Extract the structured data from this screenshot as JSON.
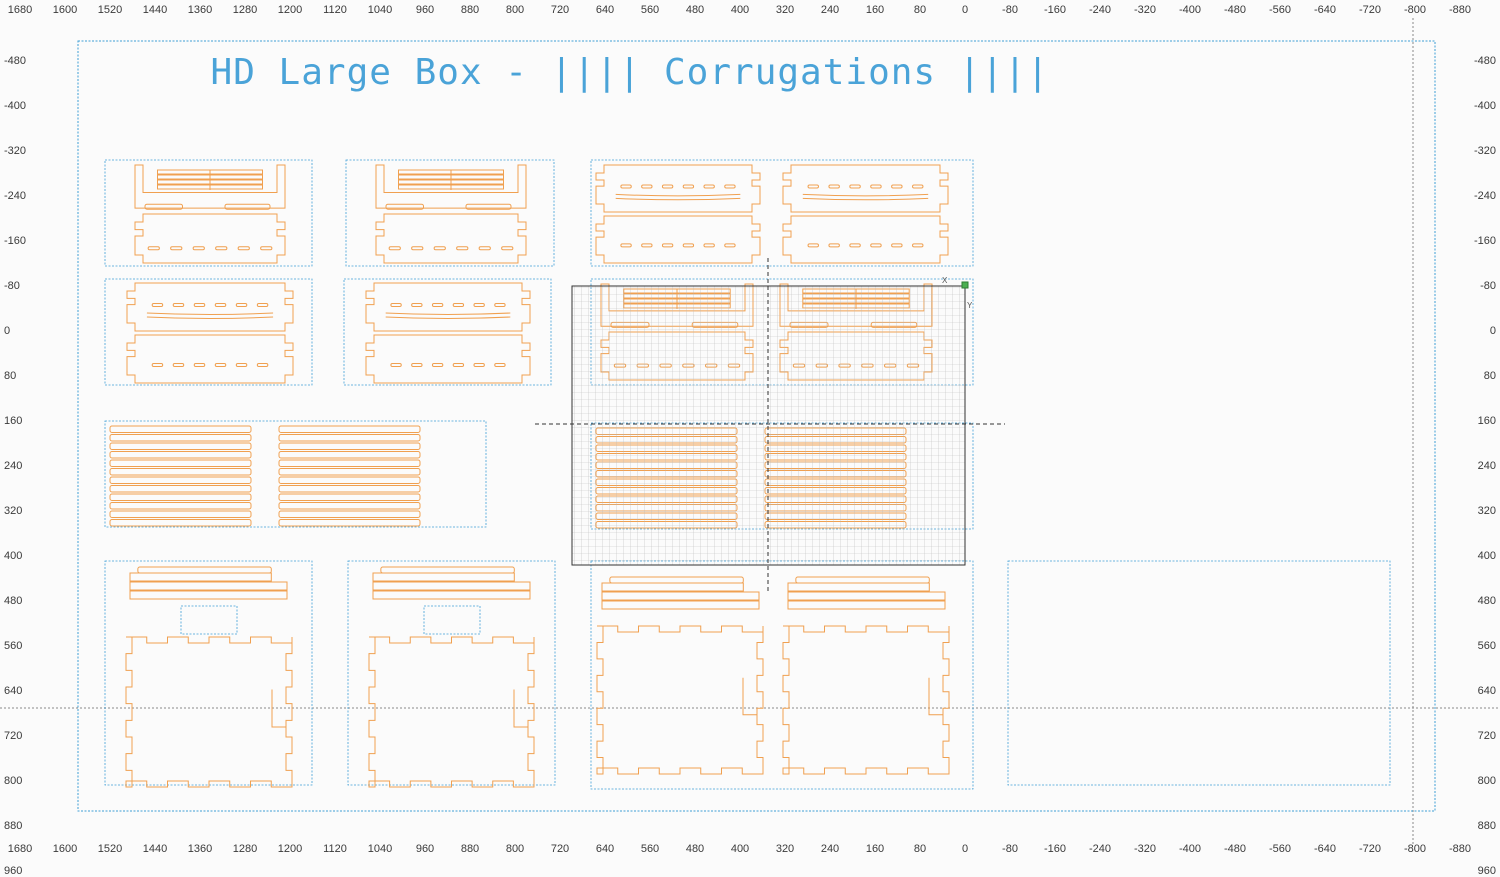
{
  "document": {
    "title": "HD Large Box - |||| Corrugations ||||"
  },
  "rulers": {
    "top_labels": [
      "1680",
      "1600",
      "1520",
      "1440",
      "1360",
      "1280",
      "1200",
      "1120",
      "1040",
      "960",
      "880",
      "800",
      "720",
      "640",
      "560",
      "480",
      "400",
      "320",
      "240",
      "160",
      "80",
      "0",
      "-80",
      "-160",
      "-240",
      "-320",
      "-400",
      "-480",
      "-560",
      "-640",
      "-720",
      "-800",
      "-880"
    ],
    "bottom_labels": [
      "1680",
      "1600",
      "1520",
      "1440",
      "1360",
      "1280",
      "1200",
      "1120",
      "1040",
      "960",
      "880",
      "800",
      "720",
      "640",
      "560",
      "480",
      "400",
      "320",
      "240",
      "160",
      "80",
      "0",
      "-80",
      "-160",
      "-240",
      "-320",
      "-400",
      "-480",
      "-560",
      "-640",
      "-720",
      "-800",
      "-880"
    ],
    "left_labels": [
      "-480",
      "-400",
      "-320",
      "-240",
      "-160",
      "-80",
      "0",
      "80",
      "160",
      "240",
      "320",
      "400",
      "480",
      "560",
      "640",
      "720",
      "800",
      "880",
      "960"
    ],
    "right_labels": [
      "-480",
      "-400",
      "-320",
      "-240",
      "-160",
      "-80",
      "0",
      "80",
      "160",
      "240",
      "320",
      "400",
      "480",
      "560",
      "640",
      "720",
      "800",
      "880",
      "960"
    ]
  },
  "workspace": {
    "origin_marker_x": "X",
    "origin_marker_y": "Y"
  },
  "colors": {
    "cut_line": "#f0a050",
    "frame": "#3f9fd6",
    "grid": "#bcbcbc",
    "guide": "#444444",
    "origin": "#4caf50"
  }
}
